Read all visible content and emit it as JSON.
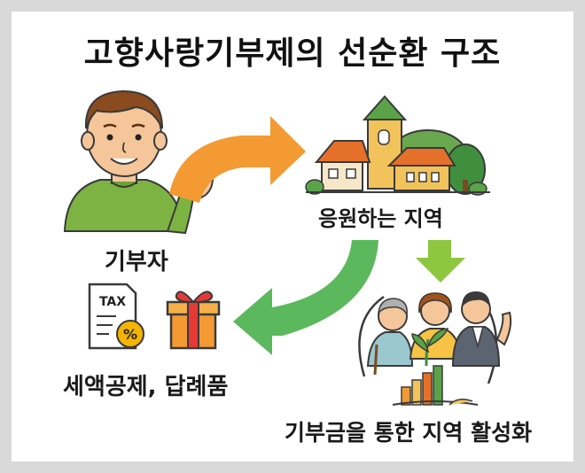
{
  "title": "고향사랑기부제의 선순환 구조",
  "nodes": {
    "donor": "기부자",
    "region": "응원하는 지역",
    "benefit": "세액공제, 답례품",
    "revitalization": "기부금을 통한 지역 활성화"
  },
  "tax_icon": {
    "text": "TAX",
    "percent": "%"
  },
  "colors": {
    "arrow_orange": "#f39a33",
    "arrow_green": "#5cb85c",
    "arrow_lightgreen": "#8dc63f",
    "skin": "#f4c69a",
    "shirt_green": "#7cb342"
  }
}
